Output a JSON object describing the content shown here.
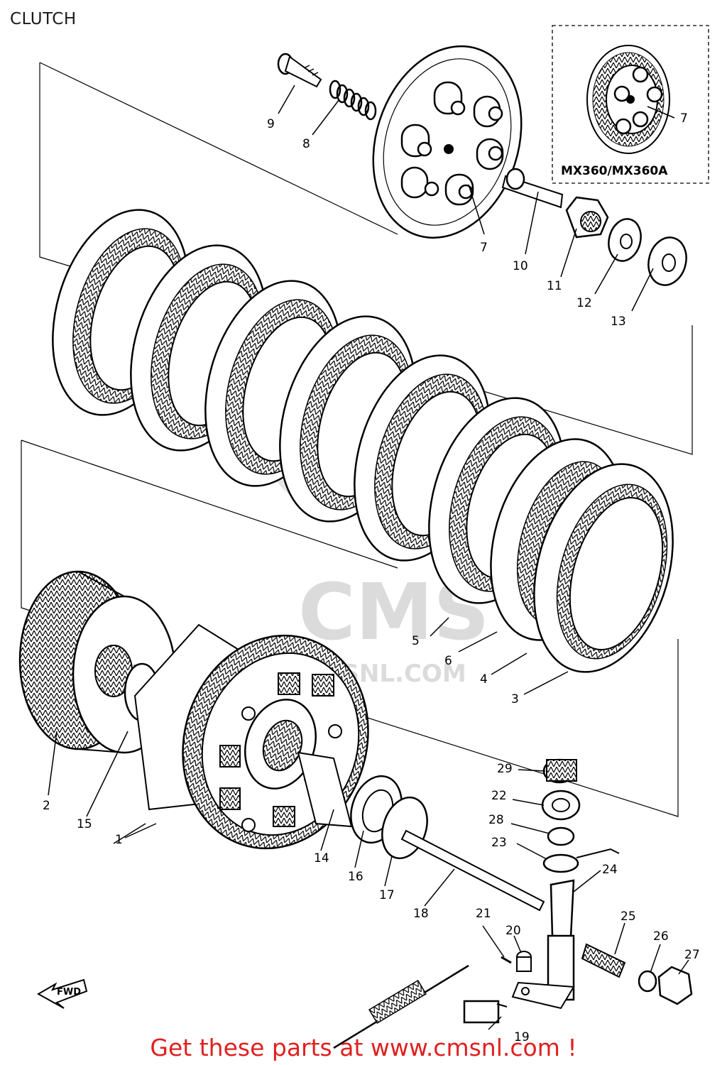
{
  "title": "CLUTCH",
  "variant_label": "MX360/MX360A",
  "watermark": {
    "logo": "CMS",
    "url": "WWW.CMSNL.COM"
  },
  "fwd_label": "FWD",
  "footer": "Get these parts at www.cmsnl.com !",
  "callouts": {
    "p1": "1",
    "p2": "2",
    "p3": "3",
    "p4": "4",
    "p5": "5",
    "p6": "6",
    "p7a": "7",
    "p7b": "7",
    "p8": "8",
    "p9": "9",
    "p10": "10",
    "p11": "11",
    "p12": "12",
    "p13": "13",
    "p14": "14",
    "p15": "15",
    "p16": "16",
    "p17": "17",
    "p18": "18",
    "p19": "19",
    "p20": "20",
    "p21": "21",
    "p22": "22",
    "p23": "23",
    "p24": "24",
    "p25": "25",
    "p26": "26",
    "p27": "27",
    "p28": "28",
    "p29": "29"
  }
}
